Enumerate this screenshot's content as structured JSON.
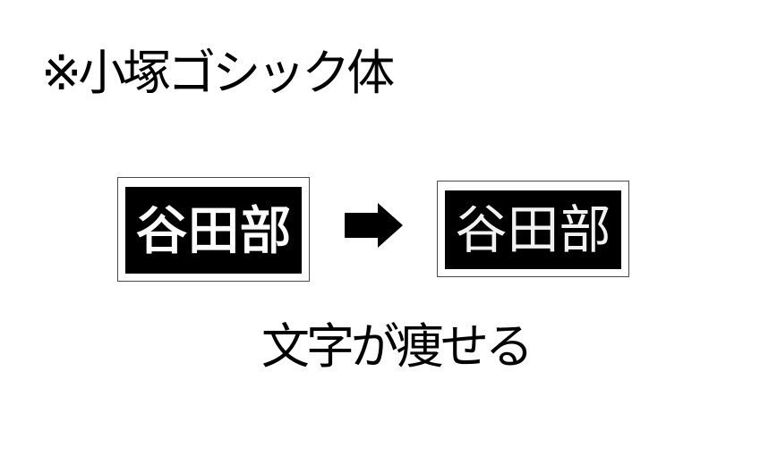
{
  "page": {
    "title": "※小塚ゴシック体",
    "caption": "文字が痩せる",
    "background_color": "#ffffff",
    "text_color": "#000000"
  },
  "comparison": {
    "before": {
      "label": "谷田部",
      "style": "regular"
    },
    "after": {
      "label": "谷田部",
      "style": "thin"
    },
    "arrow": {
      "icon": "right-arrow-icon",
      "glyph": "➡",
      "color": "#000000"
    }
  },
  "swatches": {
    "box_fill": "#000000",
    "box_text_color": "#ffffff",
    "box_border_color": "#4a4a4a"
  }
}
